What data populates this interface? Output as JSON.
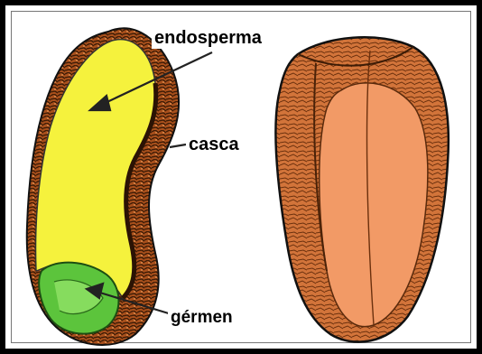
{
  "labels": {
    "endosperm": "endosperma",
    "husk": "casca",
    "germ": "gérmen"
  },
  "colors": {
    "endosperm": "#f5f23d",
    "husk_dark": "#5a2e10",
    "husk_mid": "#b5561f",
    "husk_light": "#e8884f",
    "germ": "#5cc43c",
    "outline": "#111111"
  }
}
